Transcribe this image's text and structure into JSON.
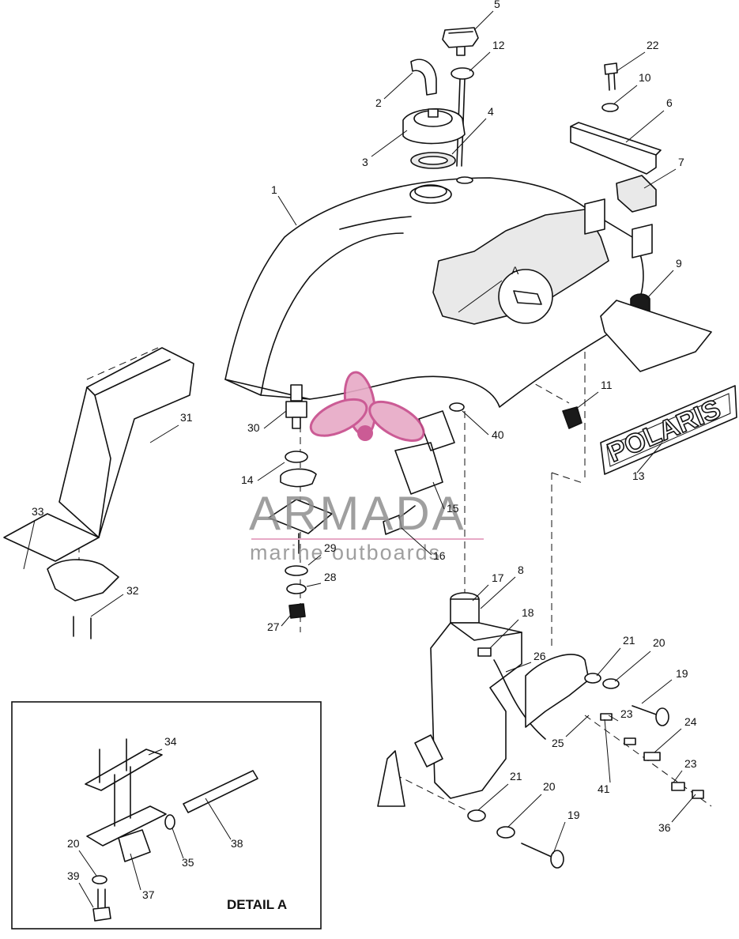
{
  "callouts": [
    {
      "id": "c5",
      "label": "5"
    },
    {
      "id": "c12",
      "label": "12"
    },
    {
      "id": "c2",
      "label": "2"
    },
    {
      "id": "c4",
      "label": "4"
    },
    {
      "id": "c3",
      "label": "3"
    },
    {
      "id": "c22",
      "label": "22"
    },
    {
      "id": "c10",
      "label": "10"
    },
    {
      "id": "c6",
      "label": "6"
    },
    {
      "id": "c7",
      "label": "7"
    },
    {
      "id": "c1",
      "label": "1"
    },
    {
      "id": "c9",
      "label": "9"
    },
    {
      "id": "c11",
      "label": "11"
    },
    {
      "id": "c13",
      "label": "13"
    },
    {
      "id": "c31",
      "label": "31"
    },
    {
      "id": "c30",
      "label": "30"
    },
    {
      "id": "c40",
      "label": "40"
    },
    {
      "id": "c14",
      "label": "14"
    },
    {
      "id": "c15",
      "label": "15"
    },
    {
      "id": "c16",
      "label": "16"
    },
    {
      "id": "c29",
      "label": "29"
    },
    {
      "id": "c28",
      "label": "28"
    },
    {
      "id": "c27",
      "label": "27"
    },
    {
      "id": "c33",
      "label": "33"
    },
    {
      "id": "c32",
      "label": "32"
    },
    {
      "id": "c17",
      "label": "17"
    },
    {
      "id": "c8",
      "label": "8"
    },
    {
      "id": "c18",
      "label": "18"
    },
    {
      "id": "c26",
      "label": "26"
    },
    {
      "id": "c21a",
      "label": "21"
    },
    {
      "id": "c20a",
      "label": "20"
    },
    {
      "id": "c19a",
      "label": "19"
    },
    {
      "id": "c23a",
      "label": "23"
    },
    {
      "id": "c24",
      "label": "24"
    },
    {
      "id": "c25",
      "label": "25"
    },
    {
      "id": "c41",
      "label": "41"
    },
    {
      "id": "c23b",
      "label": "23"
    },
    {
      "id": "c36",
      "label": "36"
    },
    {
      "id": "c21b",
      "label": "21"
    },
    {
      "id": "c20b",
      "label": "20"
    },
    {
      "id": "c19b",
      "label": "19"
    },
    {
      "id": "c34",
      "label": "34"
    },
    {
      "id": "c38",
      "label": "38"
    },
    {
      "id": "c35",
      "label": "35"
    },
    {
      "id": "c20c",
      "label": "20"
    },
    {
      "id": "c37",
      "label": "37"
    },
    {
      "id": "c39",
      "label": "39"
    }
  ],
  "detail": {
    "title": "DETAIL A",
    "marker": "A"
  },
  "decal": {
    "text": "POLARIS"
  },
  "watermark": {
    "brand": "ARMADA",
    "tagline": "marine outboards",
    "logo_colors": [
      "#e7a9c6",
      "#c64a8a"
    ]
  }
}
